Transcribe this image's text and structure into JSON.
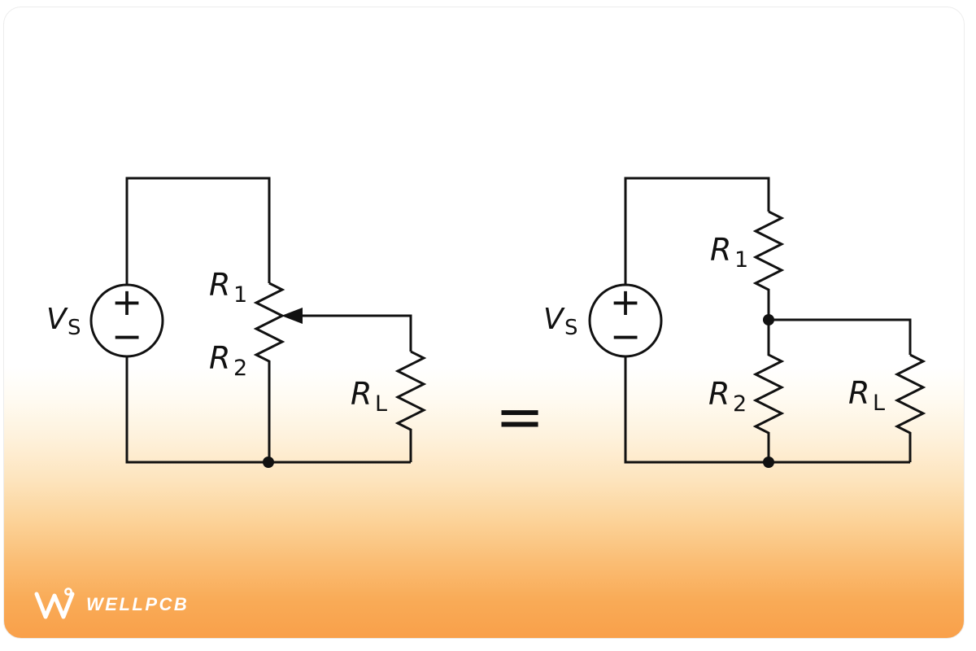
{
  "equals_sign": "=",
  "left_circuit": {
    "source_label": {
      "base": "V",
      "sub": "S"
    },
    "source_plus": "+",
    "source_minus": "−",
    "r1_label": {
      "base": "R",
      "sub": "1"
    },
    "r2_label": {
      "base": "R",
      "sub": "2"
    },
    "rl_label": {
      "base": "R",
      "sub": "L"
    }
  },
  "right_circuit": {
    "source_label": {
      "base": "V",
      "sub": "S"
    },
    "source_plus": "+",
    "source_minus": "−",
    "r1_label": {
      "base": "R",
      "sub": "1"
    },
    "r2_label": {
      "base": "R",
      "sub": "2"
    },
    "rl_label": {
      "base": "R",
      "sub": "L"
    }
  },
  "footer": {
    "brand": "WELLPCB"
  },
  "colors": {
    "line": "#111111",
    "card_top": "#ffffff",
    "card_bottom": "#f9a04a",
    "logo_text": "#ffffff"
  }
}
